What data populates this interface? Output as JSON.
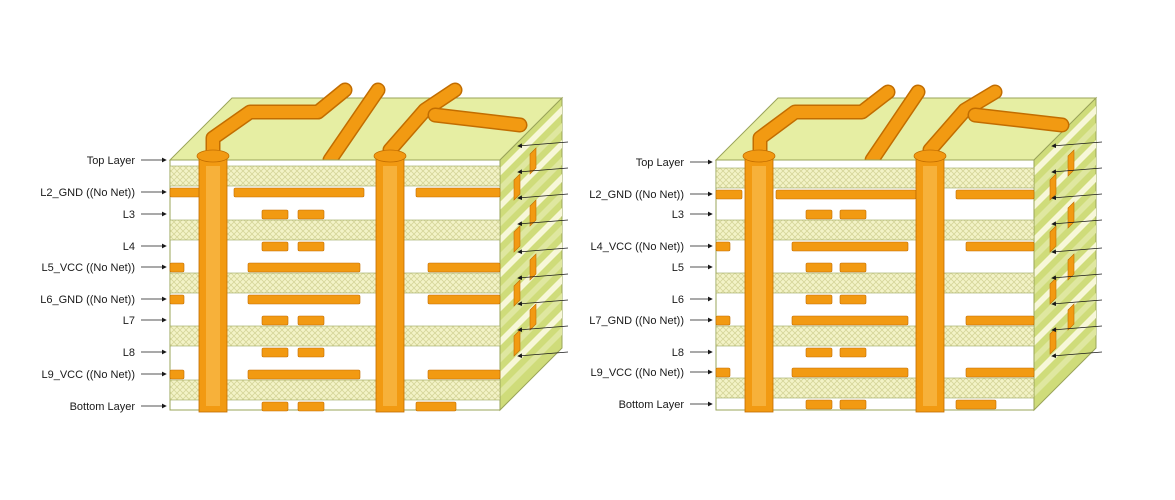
{
  "diagrams": [
    {
      "labels": [
        "Top Layer",
        "L2_GND ((No Net))",
        "L3",
        "L4",
        "L5_VCC ((No Net))",
        "L6_GND ((No Net))",
        "L7",
        "L8",
        "L9_VCC ((No Net))",
        "Bottom Layer"
      ]
    },
    {
      "labels": [
        "Top Layer",
        "L2_GND ((No Net))",
        "L3",
        "L4_VCC ((No Net))",
        "L5",
        "L6",
        "L7_GND ((No Net))",
        "L8",
        "L9_VCC ((No Net))",
        "Bottom Layer"
      ]
    }
  ],
  "colors": {
    "copper": "#f29a12",
    "copper_edge": "#c26d00",
    "substrate": "#f3f3c7",
    "substrate_hatch": "#d7d79a",
    "top_face": "#e6eea3",
    "side_face": "#cfdc7a",
    "outline": "#9aa45a",
    "label": "#1a1a1a"
  }
}
